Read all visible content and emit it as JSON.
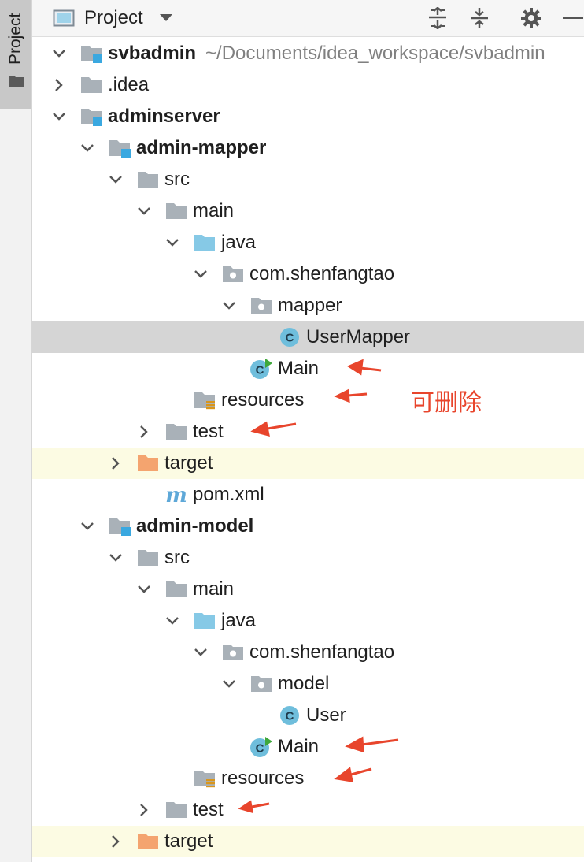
{
  "toolwindow": {
    "stripe_label": "Project",
    "title": "Project"
  },
  "tree": [
    {
      "label": "svbadmin",
      "extra": "~/Documents/idea_workspace/svbadmin",
      "depth": 0,
      "chevron": "down",
      "icon": "module",
      "bold": true
    },
    {
      "label": ".idea",
      "depth": 0,
      "chevron": "right",
      "icon": "folder"
    },
    {
      "label": "adminserver",
      "depth": 0,
      "chevron": "down",
      "icon": "module",
      "bold": true
    },
    {
      "label": "admin-mapper",
      "depth": 1,
      "chevron": "down",
      "icon": "module",
      "bold": true
    },
    {
      "label": "src",
      "depth": 2,
      "chevron": "down",
      "icon": "folder"
    },
    {
      "label": "main",
      "depth": 3,
      "chevron": "down",
      "icon": "folder"
    },
    {
      "label": "java",
      "depth": 4,
      "chevron": "down",
      "icon": "source-folder"
    },
    {
      "label": "com.shenfangtao",
      "depth": 5,
      "chevron": "down",
      "icon": "package"
    },
    {
      "label": "mapper",
      "depth": 6,
      "chevron": "down",
      "icon": "package"
    },
    {
      "label": "UserMapper",
      "depth": 7,
      "chevron": "none",
      "icon": "class",
      "selected": true
    },
    {
      "label": "Main",
      "depth": 6,
      "chevron": "none",
      "icon": "main-class"
    },
    {
      "label": "resources",
      "depth": 4,
      "chevron": "none",
      "icon": "resources-folder"
    },
    {
      "label": "test",
      "depth": 3,
      "chevron": "right",
      "icon": "folder"
    },
    {
      "label": "target",
      "depth": 2,
      "chevron": "right",
      "icon": "excluded-folder",
      "excluded": true
    },
    {
      "label": "pom.xml",
      "depth": 3,
      "chevron": "none",
      "icon": "maven"
    },
    {
      "label": "admin-model",
      "depth": 1,
      "chevron": "down",
      "icon": "module",
      "bold": true
    },
    {
      "label": "src",
      "depth": 2,
      "chevron": "down",
      "icon": "folder"
    },
    {
      "label": "main",
      "depth": 3,
      "chevron": "down",
      "icon": "folder"
    },
    {
      "label": "java",
      "depth": 4,
      "chevron": "down",
      "icon": "source-folder"
    },
    {
      "label": "com.shenfangtao",
      "depth": 5,
      "chevron": "down",
      "icon": "package"
    },
    {
      "label": "model",
      "depth": 6,
      "chevron": "down",
      "icon": "package"
    },
    {
      "label": "User",
      "depth": 7,
      "chevron": "none",
      "icon": "class"
    },
    {
      "label": "Main",
      "depth": 6,
      "chevron": "none",
      "icon": "main-class"
    },
    {
      "label": "resources",
      "depth": 4,
      "chevron": "none",
      "icon": "resources-folder"
    },
    {
      "label": "test",
      "depth": 3,
      "chevron": "right",
      "icon": "folder"
    },
    {
      "label": "target",
      "depth": 2,
      "chevron": "right",
      "icon": "excluded-folder",
      "excluded": true
    }
  ],
  "annotation": {
    "note": "可删除",
    "color": "#e8452c"
  },
  "colors": {
    "folder": "#a9b1b8",
    "source_folder": "#86c9e6",
    "excluded_folder": "#f4a46f",
    "module_badge": "#3aa8e0",
    "class_icon": "#6fbedc",
    "run_badge": "#3fa83b",
    "maven": "#5ea8d8",
    "selection": "#d5d5d5",
    "excluded_row": "#fcfbe3"
  }
}
